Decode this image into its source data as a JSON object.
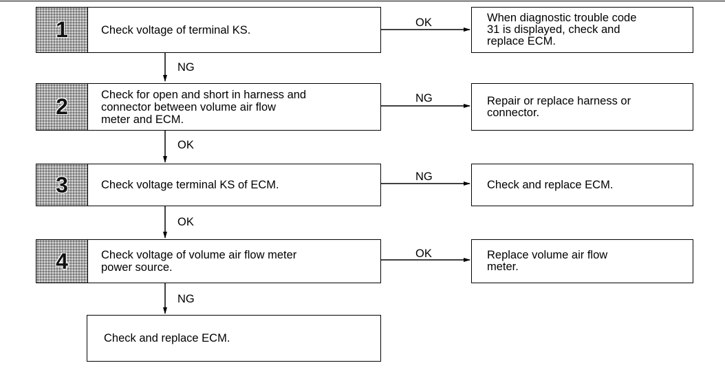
{
  "steps": [
    {
      "number": "1",
      "text": "Check voltage of terminal KS."
    },
    {
      "number": "2",
      "text": "Check for open and short in harness and\nconnector between volume air flow\nmeter and ECM."
    },
    {
      "number": "3",
      "text": "Check voltage terminal KS of ECM."
    },
    {
      "number": "4",
      "text": "Check voltage of volume air flow meter\npower source."
    }
  ],
  "branches": [
    {
      "label": "OK",
      "result": "When diagnostic trouble code\n31 is displayed, check and\nreplace ECM."
    },
    {
      "label": "NG",
      "result": "Repair or replace harness or\nconnector."
    },
    {
      "label": "NG",
      "result": "Check and replace ECM."
    },
    {
      "label": "OK",
      "result": "Replace volume air flow\nmeter."
    }
  ],
  "transitions": [
    "NG",
    "OK",
    "OK",
    "NG"
  ],
  "final": {
    "text": "Check and replace ECM."
  }
}
